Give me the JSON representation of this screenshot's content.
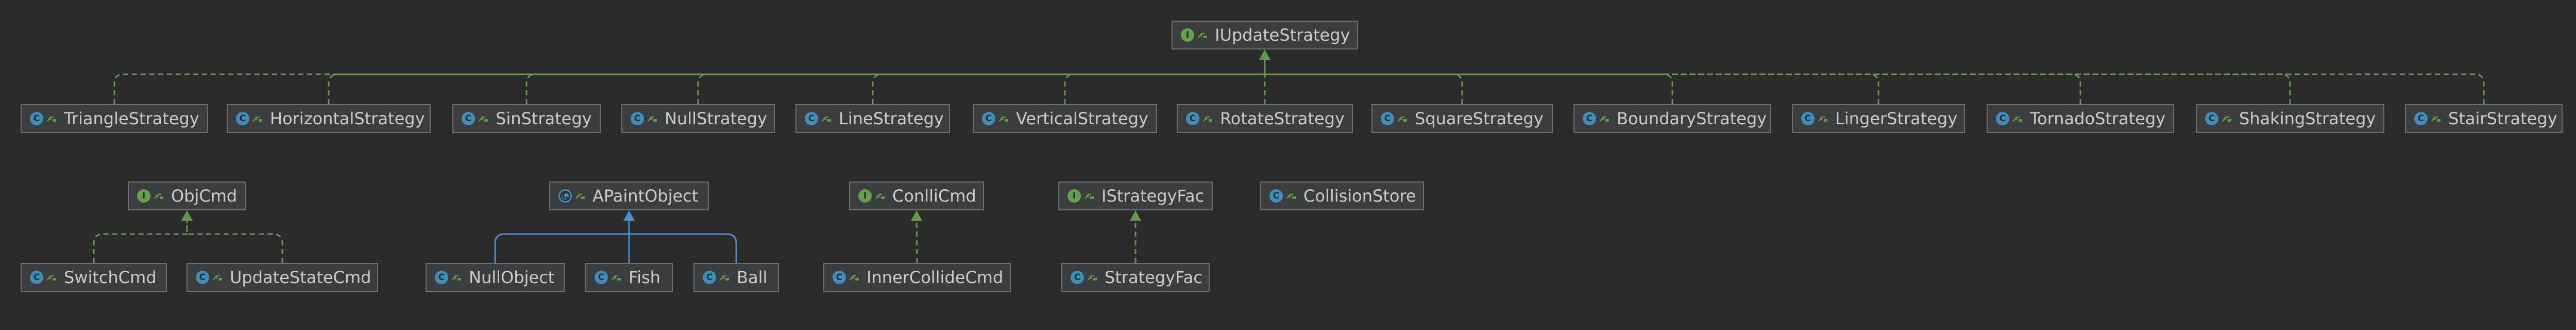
{
  "colors": {
    "background": "#2b2b2b",
    "node_fill": "#3b3d3f",
    "node_border": "#6d6f71",
    "text": "#c9cbcd",
    "interface_badge": "#62a24a",
    "class_badge": "#3b8fbd",
    "realization_edge": "#5f9a48",
    "generalization_edge": "#4a8ed6"
  },
  "nodes": {
    "iupdatestrategy": {
      "label": "IUpdateStrategy",
      "kind": "interface"
    },
    "trianglestrategy": {
      "label": "TriangleStrategy",
      "kind": "class"
    },
    "horizontalstrategy": {
      "label": "HorizontalStrategy",
      "kind": "class"
    },
    "sinstrategy": {
      "label": "SinStrategy",
      "kind": "class"
    },
    "nullstrategy": {
      "label": "NullStrategy",
      "kind": "class"
    },
    "linestrategy": {
      "label": "LineStrategy",
      "kind": "class"
    },
    "verticalstrategy": {
      "label": "VerticalStrategy",
      "kind": "class"
    },
    "rotatestrategy": {
      "label": "RotateStrategy",
      "kind": "class"
    },
    "squarestrategy": {
      "label": "SquareStrategy",
      "kind": "class"
    },
    "boundarystrategy": {
      "label": "BoundaryStrategy",
      "kind": "class"
    },
    "lingerstrategy": {
      "label": "LingerStrategy",
      "kind": "class"
    },
    "tornadostrategy": {
      "label": "TornadoStrategy",
      "kind": "class"
    },
    "shakingstrategy": {
      "label": "ShakingStrategy",
      "kind": "class"
    },
    "stairstrategy": {
      "label": "StairStrategy",
      "kind": "class"
    },
    "objcmd": {
      "label": "ObjCmd",
      "kind": "interface"
    },
    "switchcmd": {
      "label": "SwitchCmd",
      "kind": "class"
    },
    "updatestatecmd": {
      "label": "UpdateStateCmd",
      "kind": "class"
    },
    "apaintobject": {
      "label": "APaintObject",
      "kind": "abstract"
    },
    "nullobject": {
      "label": "NullObject",
      "kind": "class"
    },
    "fish": {
      "label": "Fish",
      "kind": "class"
    },
    "ball": {
      "label": "Ball",
      "kind": "class"
    },
    "conllicmd": {
      "label": "ConlliCmd",
      "kind": "interface"
    },
    "innercollidecmd": {
      "label": "InnerCollideCmd",
      "kind": "class"
    },
    "istrategyfac": {
      "label": "IStrategyFac",
      "kind": "interface"
    },
    "strategyfac": {
      "label": "StrategyFac",
      "kind": "class"
    },
    "collisionstore": {
      "label": "CollisionStore",
      "kind": "class"
    }
  },
  "edges": [
    {
      "from": "trianglestrategy",
      "to": "iupdatestrategy",
      "type": "realization"
    },
    {
      "from": "horizontalstrategy",
      "to": "iupdatestrategy",
      "type": "realization"
    },
    {
      "from": "sinstrategy",
      "to": "iupdatestrategy",
      "type": "realization"
    },
    {
      "from": "nullstrategy",
      "to": "iupdatestrategy",
      "type": "realization"
    },
    {
      "from": "linestrategy",
      "to": "iupdatestrategy",
      "type": "realization"
    },
    {
      "from": "verticalstrategy",
      "to": "iupdatestrategy",
      "type": "realization"
    },
    {
      "from": "rotatestrategy",
      "to": "iupdatestrategy",
      "type": "realization"
    },
    {
      "from": "squarestrategy",
      "to": "iupdatestrategy",
      "type": "realization"
    },
    {
      "from": "boundarystrategy",
      "to": "iupdatestrategy",
      "type": "realization"
    },
    {
      "from": "lingerstrategy",
      "to": "iupdatestrategy",
      "type": "realization"
    },
    {
      "from": "tornadostrategy",
      "to": "iupdatestrategy",
      "type": "realization"
    },
    {
      "from": "shakingstrategy",
      "to": "iupdatestrategy",
      "type": "realization"
    },
    {
      "from": "stairstrategy",
      "to": "iupdatestrategy",
      "type": "realization"
    },
    {
      "from": "switchcmd",
      "to": "objcmd",
      "type": "realization"
    },
    {
      "from": "updatestatecmd",
      "to": "objcmd",
      "type": "realization"
    },
    {
      "from": "nullobject",
      "to": "apaintobject",
      "type": "generalization"
    },
    {
      "from": "fish",
      "to": "apaintobject",
      "type": "generalization"
    },
    {
      "from": "ball",
      "to": "apaintobject",
      "type": "generalization"
    },
    {
      "from": "innercollidecmd",
      "to": "conllicmd",
      "type": "realization"
    },
    {
      "from": "strategyfac",
      "to": "istrategyfac",
      "type": "realization"
    }
  ]
}
